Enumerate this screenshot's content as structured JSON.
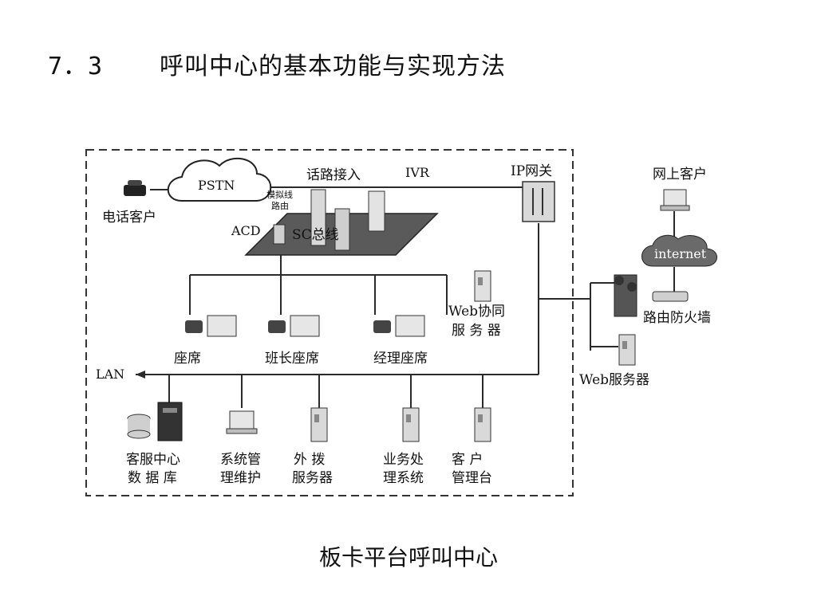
{
  "slide": {
    "section_number": "7．3",
    "title": "呼叫中心的基本功能与实现方法",
    "caption": "板卡平台呼叫中心"
  },
  "diagram": {
    "pstn": "PSTN",
    "phone_customer": "电话客户",
    "analog_line_1": "模拟线",
    "analog_line_2": "路由",
    "route_access": "话路接入",
    "ivr": "IVR",
    "ip_gateway": "IP网关",
    "acd": "ACD",
    "sc_bus": "SC总线",
    "online_customer": "网上客户",
    "internet": "internet",
    "router_firewall": "路由防火墙",
    "web_collab_1": "Web协同",
    "web_collab_2": "服 务 器",
    "web_server": "Web服务器",
    "seat": "座席",
    "leader_seat": "班长座席",
    "manager_seat": "经理座席",
    "lan": "LAN",
    "db_1": "客服中心",
    "db_2": "数 据 库",
    "sysmgmt_1": "系统管",
    "sysmgmt_2": "理维护",
    "dialout_1": "外  拨",
    "dialout_2": "服务器",
    "biz_1": "业务处",
    "biz_2": "理系统",
    "cust_1": "客  户",
    "cust_2": "管理台"
  },
  "colors": {
    "line": "#2a2a2a",
    "device": "#d9d9d9",
    "platform": "#555555"
  }
}
